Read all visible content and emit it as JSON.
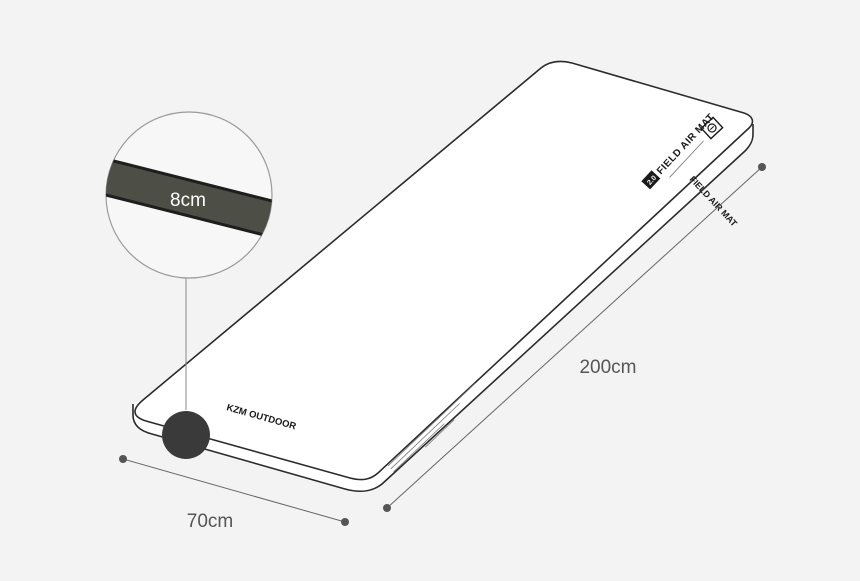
{
  "colors": {
    "background": "#f3f3f3",
    "outline": "#2b2b2b",
    "mat_fill": "#ffffff",
    "thickness_band": "#4d4f47",
    "dimension_line": "#555555",
    "label_text": "#555555"
  },
  "dimensions": {
    "thickness_label": "8cm",
    "width_label": "70cm",
    "length_label": "200cm"
  },
  "branding": {
    "side_logo": "KZM OUTDOOR",
    "top_logo": "FIELD AIR MAT",
    "top_logo_badge": "2.0",
    "emblem_icon": "kzm-emblem-icon"
  }
}
